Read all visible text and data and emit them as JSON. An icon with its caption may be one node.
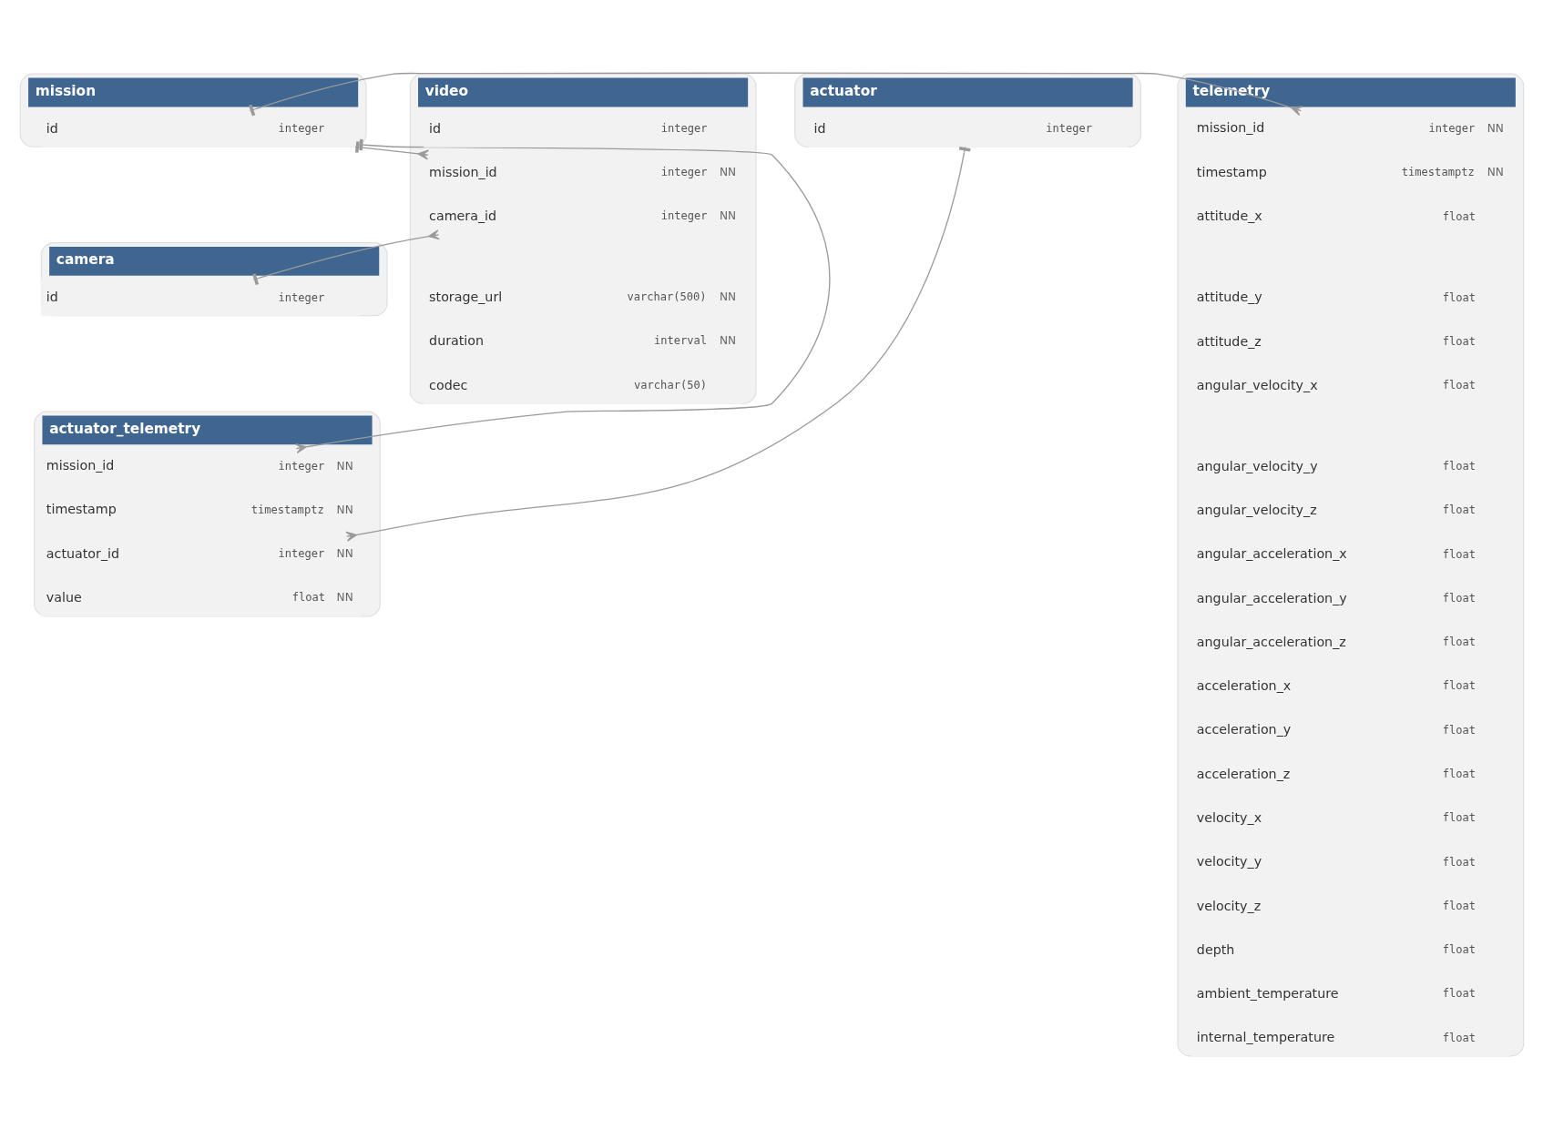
{
  "diagram": {
    "nodes": [
      {
        "text": [
          "mission"
        ]
      },
      {
        "text": [
          "id",
          "integer"
        ],
        "in": 0
      },
      {
        "text": [
          "camera"
        ]
      },
      {
        "text": [
          "id",
          "integer"
        ],
        "in": 2
      },
      {
        "text": [
          "actuator"
        ]
      },
      {
        "text": [
          "id",
          "integer"
        ],
        "in": 4
      },
      {
        "text": [
          "video"
        ]
      },
      {
        "text": [
          "id",
          "integer"
        ],
        "in": 6
      },
      {
        "text": [
          "mission_id",
          "integer",
          "NN"
        ],
        "in": 6
      },
      {
        "text": [
          "camera_id",
          "integer",
          "NN"
        ],
        "in": 6
      },
      {
        "text": [
          "storage_url",
          "varchar(500)",
          "NN"
        ],
        "in": 6
      },
      {
        "text": [
          "duration",
          "interval",
          "NN"
        ],
        "in": 6
      },
      {
        "text": [
          "codec",
          "varchar(50)"
        ],
        "in": 6
      },
      {
        "text": [
          "actuator_telemetry"
        ]
      },
      {
        "text": [
          "mission_id",
          "integer",
          "NN"
        ],
        "in": 13
      },
      {
        "text": [
          "timestamp",
          "timestamptz",
          "NN"
        ],
        "in": 13
      },
      {
        "text": [
          "actuator_id",
          "integer",
          "NN"
        ],
        "in": 13
      },
      {
        "text": [
          "value",
          "float",
          "NN"
        ],
        "in": 13
      },
      {
        "text": [
          "telemetry"
        ]
      },
      {
        "text": [
          "mission_id",
          "integer",
          "NN"
        ],
        "in": 18
      },
      {
        "text": [
          "timestamp",
          "timestamptz",
          "NN"
        ],
        "in": 18
      },
      {
        "text": [
          "attitude_x",
          "float"
        ],
        "in": 18
      },
      {
        "text": [
          "attitude_y",
          "float"
        ],
        "in": 18
      },
      {
        "text": [
          "attitude_z",
          "float"
        ],
        "in": 18
      },
      {
        "text": [
          "angular_velocity_x",
          "float"
        ],
        "in": 18
      },
      {
        "text": [
          "angular_velocity_y",
          "float"
        ],
        "in": 18
      },
      {
        "text": [
          "angular_velocity_z",
          "float"
        ],
        "in": 18
      },
      {
        "text": [
          "angular_acceleration_x",
          "float"
        ],
        "in": 18
      },
      {
        "text": [
          "angular_acceleration_y",
          "float"
        ],
        "in": 18
      },
      {
        "text": [
          "angular_acceleration_z",
          "float"
        ],
        "in": 18
      },
      {
        "text": [
          "acceleration_x",
          "float"
        ],
        "in": 18
      },
      {
        "text": [
          "acceleration_y",
          "float"
        ],
        "in": 18
      },
      {
        "text": [
          "acceleration_z",
          "float"
        ],
        "in": 18
      },
      {
        "text": [
          "velocity_x",
          "float"
        ],
        "in": 18
      },
      {
        "text": [
          "velocity_y",
          "float"
        ],
        "in": 18
      },
      {
        "text": [
          "velocity_z",
          "float"
        ],
        "in": 18
      },
      {
        "text": [
          "depth",
          "float"
        ],
        "in": 18
      },
      {
        "text": [
          "ambient_temperature",
          "float"
        ],
        "in": 18
      },
      {
        "text": [
          "internal_temperature",
          "float"
        ],
        "in": 18
      }
    ],
    "edges": [
      {
        "from": 1,
        "to": 14,
        "arrow": "other"
      },
      {
        "from": 1,
        "to": 8,
        "arrow": "other"
      },
      {
        "from": 1,
        "to": 19,
        "arrow": "other"
      },
      {
        "from": 3,
        "to": 9,
        "arrow": "other"
      },
      {
        "from": 5,
        "to": 16,
        "arrow": "other"
      }
    ]
  }
}
